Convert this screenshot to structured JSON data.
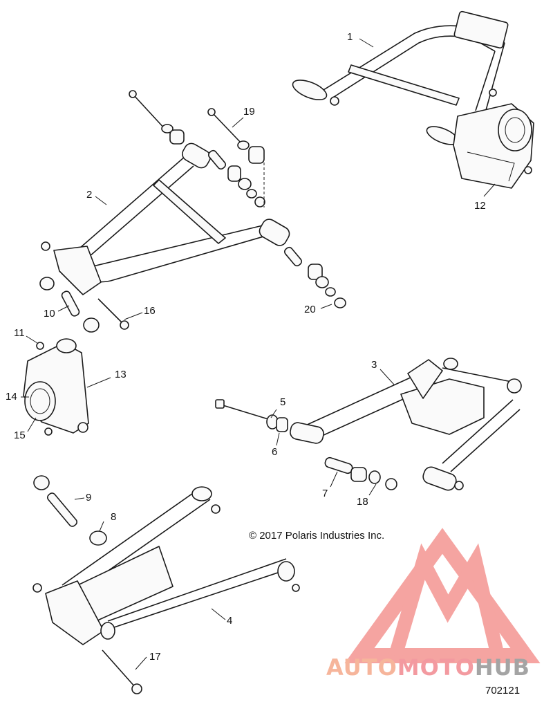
{
  "callouts": [
    {
      "id": "1",
      "label": "1"
    },
    {
      "id": "2",
      "label": "2"
    },
    {
      "id": "3",
      "label": "3"
    },
    {
      "id": "4",
      "label": "4"
    },
    {
      "id": "5",
      "label": "5"
    },
    {
      "id": "6",
      "label": "6"
    },
    {
      "id": "7",
      "label": "7"
    },
    {
      "id": "8",
      "label": "8"
    },
    {
      "id": "9",
      "label": "9"
    },
    {
      "id": "10",
      "label": "10"
    },
    {
      "id": "11",
      "label": "11"
    },
    {
      "id": "12",
      "label": "12"
    },
    {
      "id": "13",
      "label": "13"
    },
    {
      "id": "14",
      "label": "14"
    },
    {
      "id": "15",
      "label": "15"
    },
    {
      "id": "16",
      "label": "16"
    },
    {
      "id": "17",
      "label": "17"
    },
    {
      "id": "18",
      "label": "18"
    },
    {
      "id": "19",
      "label": "19"
    },
    {
      "id": "20",
      "label": "20"
    }
  ],
  "copyright": "© 2017 Polaris Industries Inc.",
  "diagram_number": "702121",
  "watermark": {
    "part1": "AUTO",
    "part2": "MOTO",
    "part3": "HUB"
  },
  "colors": {
    "line": "#1a1a1a",
    "watermark_orange": "#f6b59b",
    "watermark_red": "#f39aa0",
    "watermark_gray": "#a4a4a4"
  }
}
